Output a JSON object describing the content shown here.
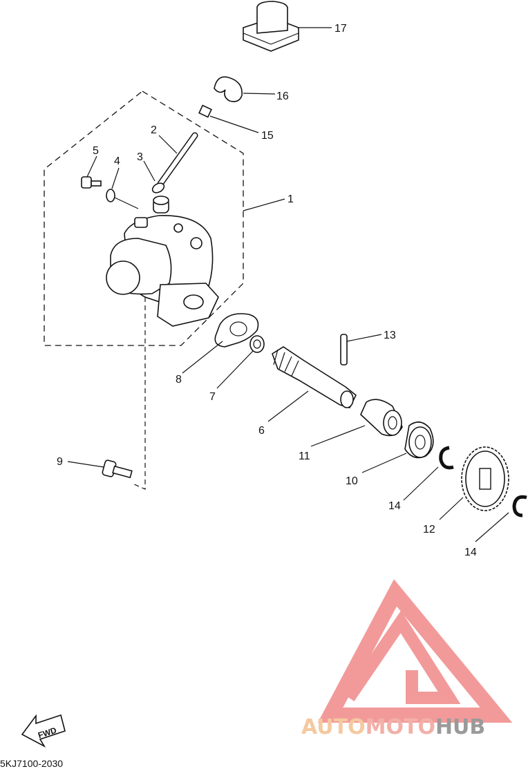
{
  "callouts": [
    {
      "id": "1",
      "label": "1"
    },
    {
      "id": "2",
      "label": "2"
    },
    {
      "id": "3",
      "label": "3"
    },
    {
      "id": "4",
      "label": "4"
    },
    {
      "id": "5",
      "label": "5"
    },
    {
      "id": "6",
      "label": "6"
    },
    {
      "id": "7",
      "label": "7"
    },
    {
      "id": "8",
      "label": "8"
    },
    {
      "id": "9",
      "label": "9"
    },
    {
      "id": "10",
      "label": "10"
    },
    {
      "id": "11",
      "label": "11"
    },
    {
      "id": "12",
      "label": "12"
    },
    {
      "id": "13",
      "label": "13"
    },
    {
      "id": "14a",
      "label": "14"
    },
    {
      "id": "14b",
      "label": "14"
    },
    {
      "id": "15",
      "label": "15"
    },
    {
      "id": "16",
      "label": "16"
    },
    {
      "id": "17",
      "label": "17"
    }
  ],
  "fwd_label": "FWD",
  "diagram_code": "5KJ7100-2030",
  "watermark": {
    "part1": "AUTO",
    "part2": "MOTO",
    "part3": "HUB",
    "colors": {
      "auto": "#f5c9a0",
      "moto": "#f2b0a8",
      "hub": "#9a9a9a",
      "logo": "#f29a9a"
    }
  }
}
